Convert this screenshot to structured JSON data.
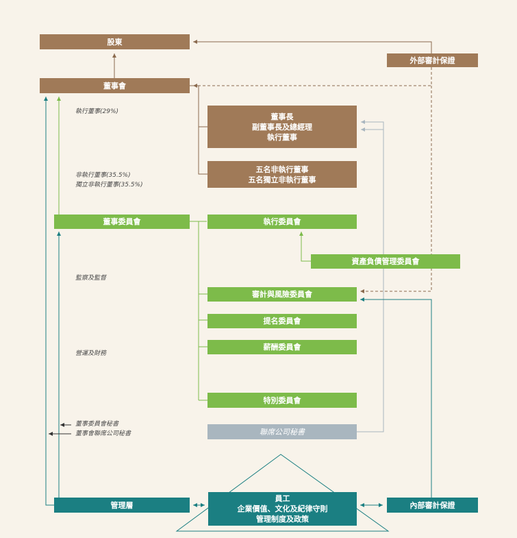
{
  "nodes": {
    "shareholders": "股東",
    "external_audit": "外部審計保證",
    "board": "董事會",
    "chairman_group": [
      "董事長",
      "副董事長及總經理",
      "執行董事"
    ],
    "non_exec_group": [
      "五名非執行董事",
      "五名獨立非執行董事"
    ],
    "board_committees": "董事委員會",
    "executive_committee": "執行委員會",
    "alm_committee": "資產負債管理委員會",
    "audit_risk_committee": "審計與風險委員會",
    "nomination_committee": "提名委員會",
    "remuneration_committee": "薪酬委員會",
    "special_committee": "特別委員會",
    "joint_secretary": "聯席公司秘書",
    "management": "管理層",
    "staff_group": [
      "員工",
      "企業價值、文化及紀律守則",
      "管理制度及政策"
    ],
    "internal_audit": "內部審計保證"
  },
  "notes": {
    "exec_directors": "執行董事(29%)",
    "non_exec_directors": "非執行董事(35.5%)",
    "independent_directors": "獨立非執行董事(35.5%)",
    "supervision": "監察及監督",
    "operations": "營運及財務",
    "committee_secretary": "董事委員會秘書",
    "board_joint_secretary": "董事會聯席公司秘書"
  },
  "colors": {
    "brown": "#a07a58",
    "green": "#7dbb4a",
    "teal": "#1b7f82",
    "grey": "#a9b6bf",
    "background": "#f8f3ea"
  }
}
